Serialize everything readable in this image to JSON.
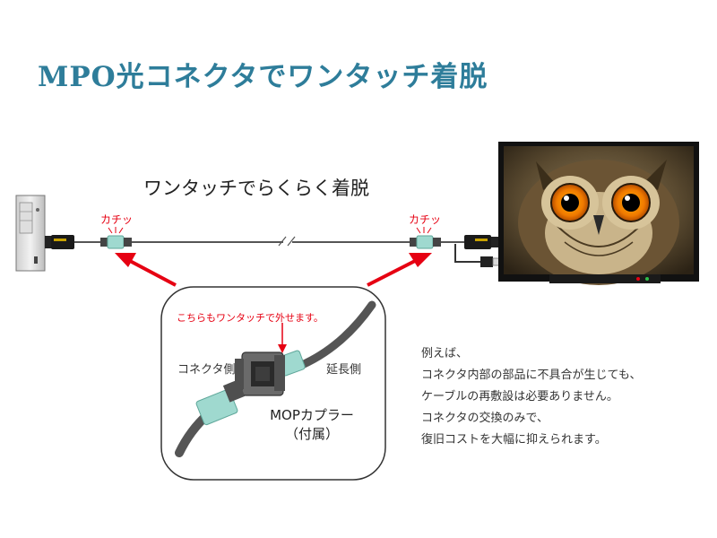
{
  "title": "MPO光コネクタでワンタッチ着脱",
  "subtitle": "ワンタッチでらくらく着脱",
  "click_left": "カチッ",
  "click_right": "カチッ",
  "detail": {
    "note": "こちらもワンタッチで外せます。",
    "connector_side": "コネクタ側",
    "extension_side": "延長側",
    "coupler_name": "MOPカプラー",
    "coupler_attached": "（付属）"
  },
  "description": [
    "例えば、",
    "コネクタ内部の部品に不具合が生じても、",
    "ケーブルの再敷設は必要ありません。",
    "コネクタの交換のみで、",
    "復旧コストを大幅に抑えられます。"
  ],
  "colors": {
    "title": "#2e7d9a",
    "accent_red": "#e60012",
    "connector_mint": "#9fd9cf",
    "cable": "#555555"
  },
  "icons": [
    "pc-tower-icon",
    "monitor-icon",
    "owl-image",
    "hdmi-plug-icon",
    "usb-plug-icon",
    "red-arrow-icon"
  ]
}
